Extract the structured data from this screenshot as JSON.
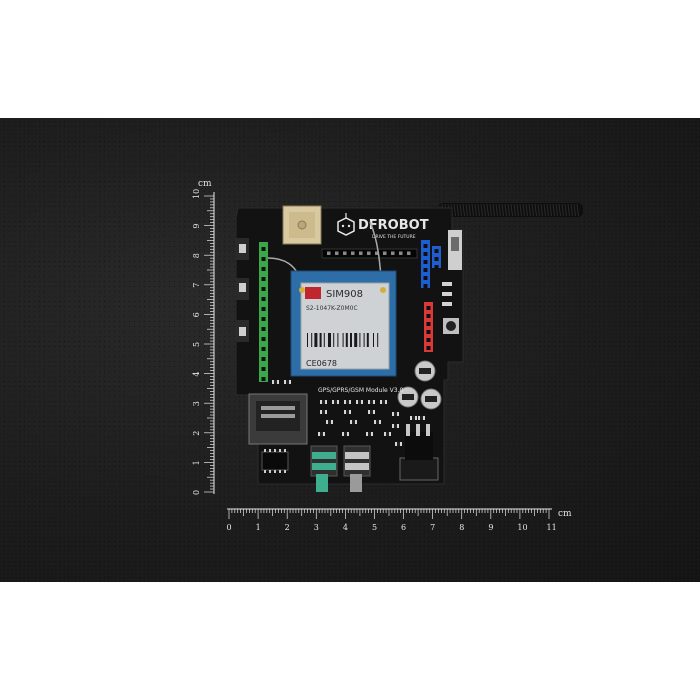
{
  "board": {
    "brand": "DFROBOT",
    "tagline": "DRIVE THE FUTURE",
    "module_name": "GPS/GPRS/GSM Module V3.0"
  },
  "chip": {
    "model": "SIM908",
    "part": "S2-1047K-Z0M0C",
    "cert": "CE0678"
  },
  "rulers": {
    "vertical_unit": "cm",
    "horizontal_unit": "cm",
    "vertical_ticks": [
      "10",
      "9",
      "8",
      "7",
      "6",
      "5",
      "4",
      "3",
      "2",
      "1",
      "0"
    ],
    "horizontal_ticks": [
      "0",
      "1",
      "2",
      "3",
      "4",
      "5",
      "6",
      "7",
      "8",
      "9",
      "10",
      "11"
    ]
  },
  "colors": {
    "background": "#1c1c1c",
    "pcb": "#121212",
    "header_green": "#3aa84a",
    "header_blue": "#1d5fd0",
    "header_red": "#d83a3a"
  }
}
